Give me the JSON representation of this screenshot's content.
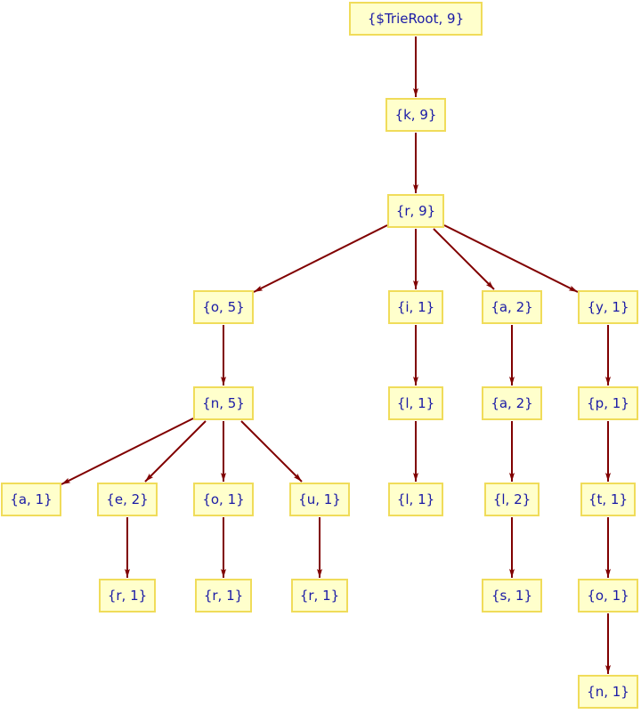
{
  "colors": {
    "edge": "#800000",
    "node_fill": "#ffffcc",
    "node_border": "#f0dc5a",
    "label": "#1a1aa6"
  },
  "nodes": [
    {
      "id": 0,
      "label": "{$TrieRoot, 9}",
      "parent": null
    },
    {
      "id": 1,
      "label": "{k, 9}",
      "parent": 0
    },
    {
      "id": 2,
      "label": "{r, 9}",
      "parent": 1
    },
    {
      "id": 3,
      "label": "{o, 5}",
      "parent": 2
    },
    {
      "id": 4,
      "label": "{i, 1}",
      "parent": 2
    },
    {
      "id": 5,
      "label": "{a, 2}",
      "parent": 2
    },
    {
      "id": 6,
      "label": "{y, 1}",
      "parent": 2
    },
    {
      "id": 7,
      "label": "{n, 5}",
      "parent": 3
    },
    {
      "id": 8,
      "label": "{l, 1}",
      "parent": 4
    },
    {
      "id": 9,
      "label": "{a, 2}",
      "parent": 5
    },
    {
      "id": 10,
      "label": "{p, 1}",
      "parent": 6
    },
    {
      "id": 11,
      "label": "{a, 1}",
      "parent": 7
    },
    {
      "id": 12,
      "label": "{e, 2}",
      "parent": 7
    },
    {
      "id": 13,
      "label": "{o, 1}",
      "parent": 7
    },
    {
      "id": 14,
      "label": "{u, 1}",
      "parent": 7
    },
    {
      "id": 15,
      "label": "{l, 1}",
      "parent": 8
    },
    {
      "id": 16,
      "label": "{l, 2}",
      "parent": 9
    },
    {
      "id": 17,
      "label": "{t, 1}",
      "parent": 10
    },
    {
      "id": 18,
      "label": "{r, 1}",
      "parent": 12
    },
    {
      "id": 19,
      "label": "{r, 1}",
      "parent": 13
    },
    {
      "id": 20,
      "label": "{r, 1}",
      "parent": 14
    },
    {
      "id": 21,
      "label": "{s, 1}",
      "parent": 16
    },
    {
      "id": 22,
      "label": "{o, 1}",
      "parent": 17
    },
    {
      "id": 23,
      "label": "{n, 1}",
      "parent": 22
    }
  ]
}
